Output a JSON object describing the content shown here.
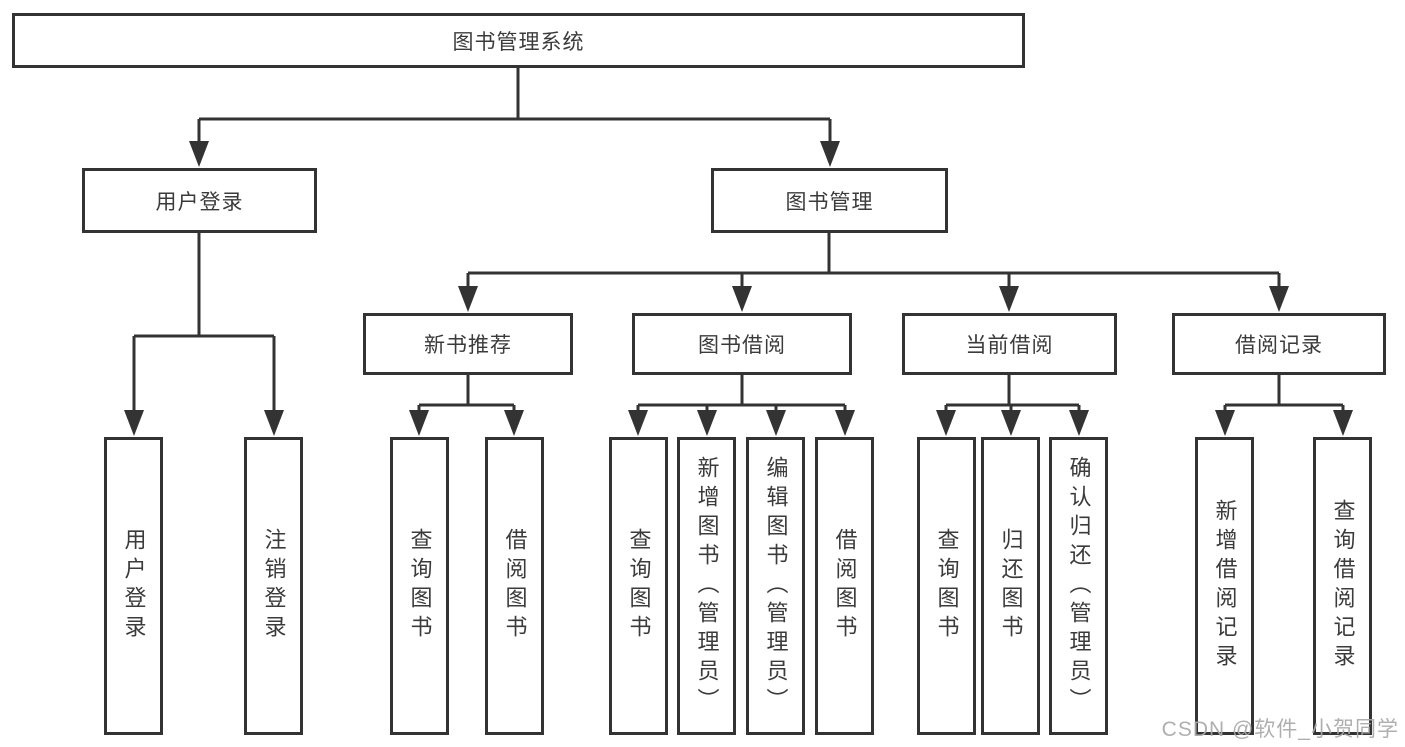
{
  "diagram": {
    "root": {
      "label": "图书管理系统"
    },
    "branches": [
      {
        "label": "用户登录",
        "children": [
          {
            "label": "用户登录"
          },
          {
            "label": "注销登录"
          }
        ]
      },
      {
        "label": "图书管理",
        "children": [
          {
            "label": "新书推荐",
            "children": [
              {
                "label": "查询图书"
              },
              {
                "label": "借阅图书"
              }
            ]
          },
          {
            "label": "图书借阅",
            "children": [
              {
                "label": "查询图书"
              },
              {
                "label": "新增图书（管理员）"
              },
              {
                "label": "编辑图书（管理员）"
              },
              {
                "label": "借阅图书"
              }
            ]
          },
          {
            "label": "当前借阅",
            "children": [
              {
                "label": "查询图书"
              },
              {
                "label": "归还图书"
              },
              {
                "label": "确认归还（管理员）"
              }
            ]
          },
          {
            "label": "借阅记录",
            "children": [
              {
                "label": "新增借阅记录"
              },
              {
                "label": "查询借阅记录"
              }
            ]
          }
        ]
      }
    ]
  },
  "watermark": {
    "text": "CSDN @软件_小贺同学"
  },
  "colors": {
    "line": "#333333",
    "text": "#3b3b3b",
    "watermark": "#a8a8a8",
    "background": "#ffffff"
  }
}
